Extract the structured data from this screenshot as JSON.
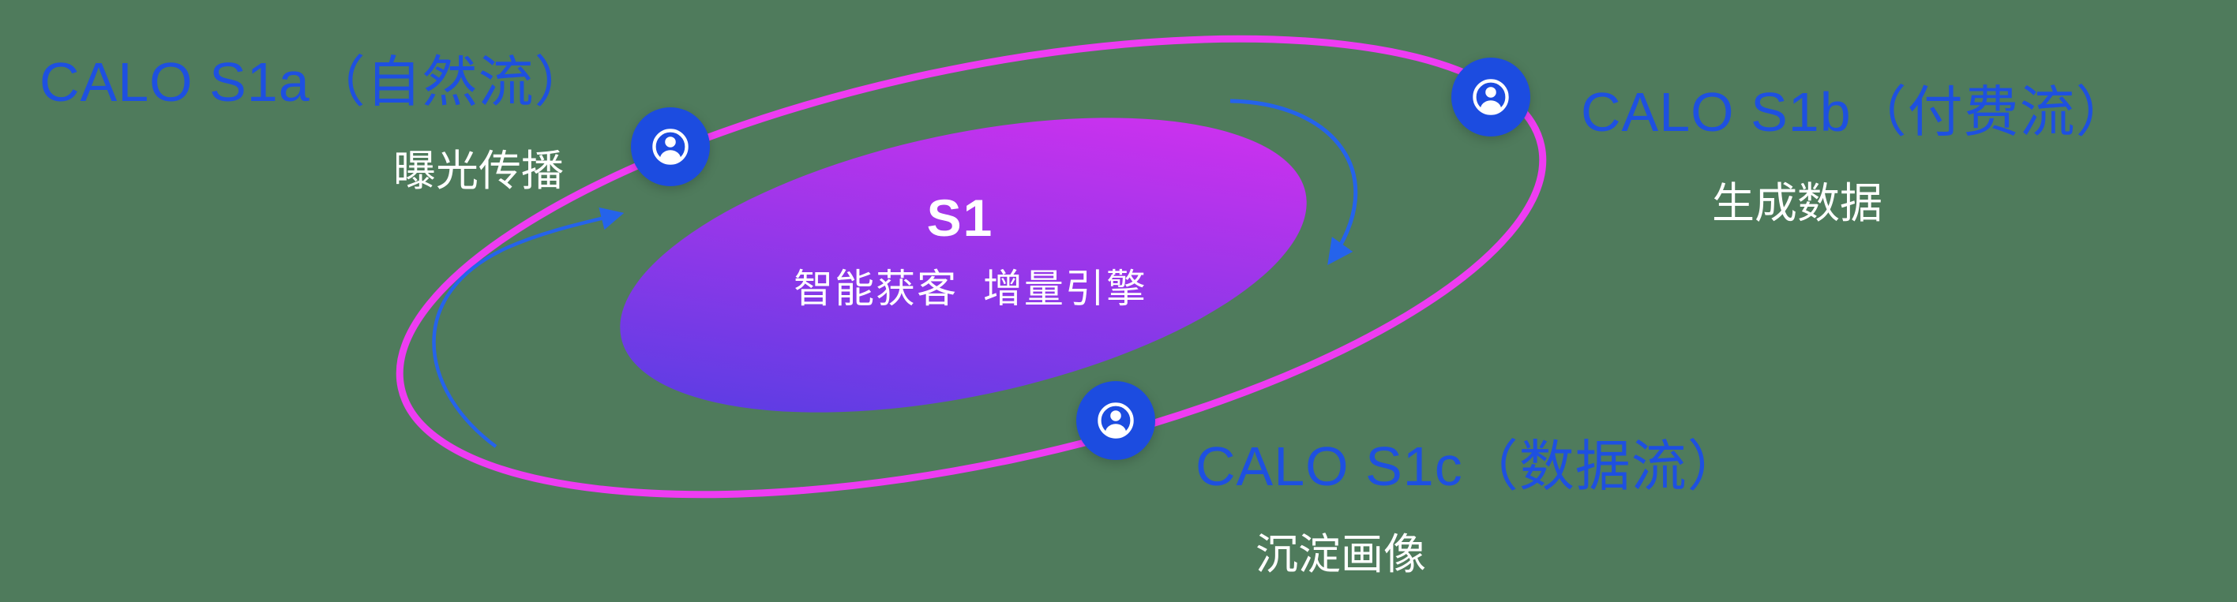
{
  "diagram_title": "S1 智能获客 增量引擎 生态环图",
  "colors": {
    "background_green": "#4f7b5c",
    "label_blue": "#1e50e0",
    "ring_magenta": "#ee3cf2",
    "badge_blue": "#1c4ce0",
    "arrow_blue": "#2563eb",
    "gradient_start": "#4a3fe2",
    "gradient_end": "#e02ff0",
    "text_white": "#ffffff"
  },
  "center": {
    "title": "S1",
    "subtitle": "智能获客  增量引擎"
  },
  "nodes": [
    {
      "id": "s1a",
      "label": "CALO S1a（自然流）",
      "sublabel": "曝光传播",
      "icon": "user-circle-icon"
    },
    {
      "id": "s1b",
      "label": "CALO S1b（付费流）",
      "sublabel": "生成数据",
      "icon": "user-circle-icon"
    },
    {
      "id": "s1c",
      "label": "CALO S1c（数据流）",
      "sublabel": "沉淀画像",
      "icon": "user-circle-icon"
    }
  ],
  "arrows": [
    {
      "id": "left-arrow",
      "direction": "counter-clockwise, pointing up toward S1a badge"
    },
    {
      "id": "right-arrow",
      "direction": "clockwise, pointing down from S1b badge toward center"
    }
  ]
}
